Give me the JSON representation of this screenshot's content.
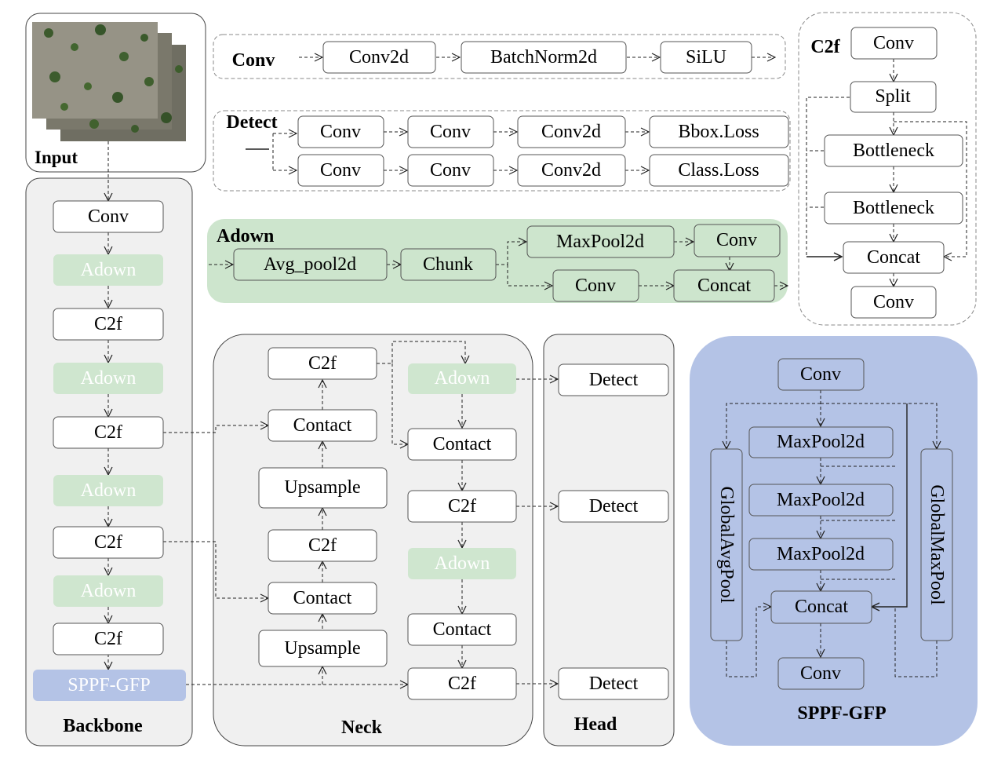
{
  "colors": {
    "panel_gray": "#f0f0f0",
    "green_fill": "#cfe6cf",
    "green_panel": "#cde5cd",
    "blue_fill": "#b4c3e6",
    "blue_node": "#b4c3e6",
    "white": "#ffffff",
    "line": "#222222"
  },
  "input": {
    "label": "Input"
  },
  "backbone": {
    "title": "Backbone",
    "nodes": [
      "Conv",
      "Adown",
      "C2f",
      "Adown",
      "C2f",
      "Adown",
      "C2f",
      "Adown",
      "C2f",
      "SPPF-GFP"
    ]
  },
  "neck": {
    "title": "Neck",
    "left": [
      "C2f",
      "Contact",
      "Upsample",
      "C2f",
      "Contact",
      "Upsample"
    ],
    "right": [
      "Adown",
      "Contact",
      "C2f",
      "Adown",
      "Contact",
      "C2f"
    ]
  },
  "head": {
    "title": "Head",
    "nodes": [
      "Detect",
      "Detect",
      "Detect"
    ]
  },
  "conv_module": {
    "title": "Conv",
    "nodes": [
      "Conv2d",
      "BatchNorm2d",
      "SiLU"
    ]
  },
  "detect_module": {
    "title": "Detect",
    "row1": [
      "Conv",
      "Conv",
      "Conv2d",
      "Bbox.Loss"
    ],
    "row2": [
      "Conv",
      "Conv",
      "Conv2d",
      "Class.Loss"
    ]
  },
  "adown_module": {
    "title": "Adown",
    "nodes": [
      "Avg_pool2d",
      "Chunk",
      "MaxPool2d",
      "Conv",
      "Conv",
      "Concat"
    ]
  },
  "c2f_module": {
    "title": "C2f",
    "nodes": [
      "Conv",
      "Split",
      "Bottleneck",
      "Bottleneck",
      "Concat",
      "Conv"
    ]
  },
  "sppf_module": {
    "title": "SPPF-GFP",
    "nodes": [
      "Conv",
      "MaxPool2d",
      "MaxPool2d",
      "MaxPool2d",
      "Concat",
      "Conv"
    ],
    "left_side": "GlobalAvgPool",
    "right_side": "GlobalMaxPool"
  }
}
